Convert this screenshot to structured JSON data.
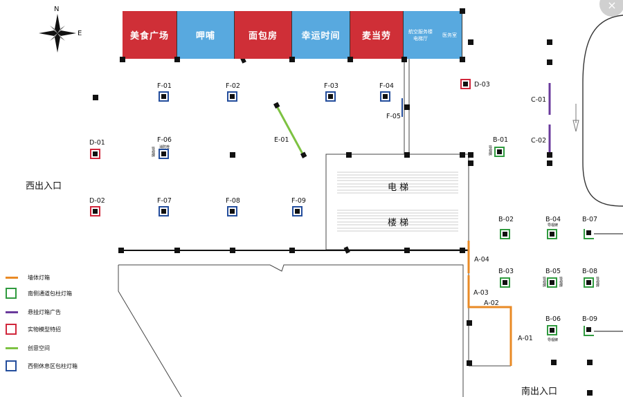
{
  "compass": {
    "north": "N",
    "east": "E"
  },
  "stores": [
    {
      "label": "美食广场",
      "color": "#cf2f37"
    },
    {
      "label": "呷哺",
      "color": "#58a9df"
    },
    {
      "label": "面包房",
      "color": "#cf2f37"
    },
    {
      "label": "幸运时间",
      "color": "#58a9df"
    },
    {
      "label": "麦当劳",
      "color": "#cf2f37"
    },
    {
      "label_line1": "航空服务楼",
      "label_line2": "电梯厅",
      "label_side": "医务室",
      "color": "#58a9df"
    }
  ],
  "labels": {
    "west_entrance": "西出入口",
    "south_entrance": "南出入口",
    "elevator": "电 梯",
    "stairs": "楼 梯",
    "small_guide": "导视牌",
    "small_fire": "消防栓"
  },
  "spots": {
    "F01": "F-01",
    "F02": "F-02",
    "F03": "F-03",
    "F04": "F-04",
    "F05": "F-05",
    "F06": "F-06",
    "F07": "F-07",
    "F08": "F-08",
    "F09": "F-09",
    "D01": "D-01",
    "D02": "D-02",
    "D03": "D-03",
    "E01": "E-01",
    "C01": "C-01",
    "C02": "C-02",
    "B01": "B-01",
    "B02": "B-02",
    "B03": "B-03",
    "B04": "B-04",
    "B05": "B-05",
    "B06": "B-06",
    "B07": "B-07",
    "B08": "B-08",
    "B09": "B-09",
    "A01": "A-01",
    "A02": "A-02",
    "A03": "A-03",
    "A04": "A-04"
  },
  "legend": [
    {
      "label": "墙体灯箱",
      "kind": "line",
      "color": "#e98a25"
    },
    {
      "label": "南侧通道包柱灯箱",
      "kind": "box",
      "color": "#2f9a3e"
    },
    {
      "label": "悬挂灯箱广告",
      "kind": "line",
      "color": "#6a3a9c"
    },
    {
      "label": "实物模型特招",
      "kind": "box",
      "color": "#d1263b"
    },
    {
      "label": "创意空间",
      "kind": "line",
      "color": "#7dc242"
    },
    {
      "label": "西侧休息区包柱灯箱",
      "kind": "box",
      "color": "#234d9c"
    }
  ],
  "close_button": "×"
}
